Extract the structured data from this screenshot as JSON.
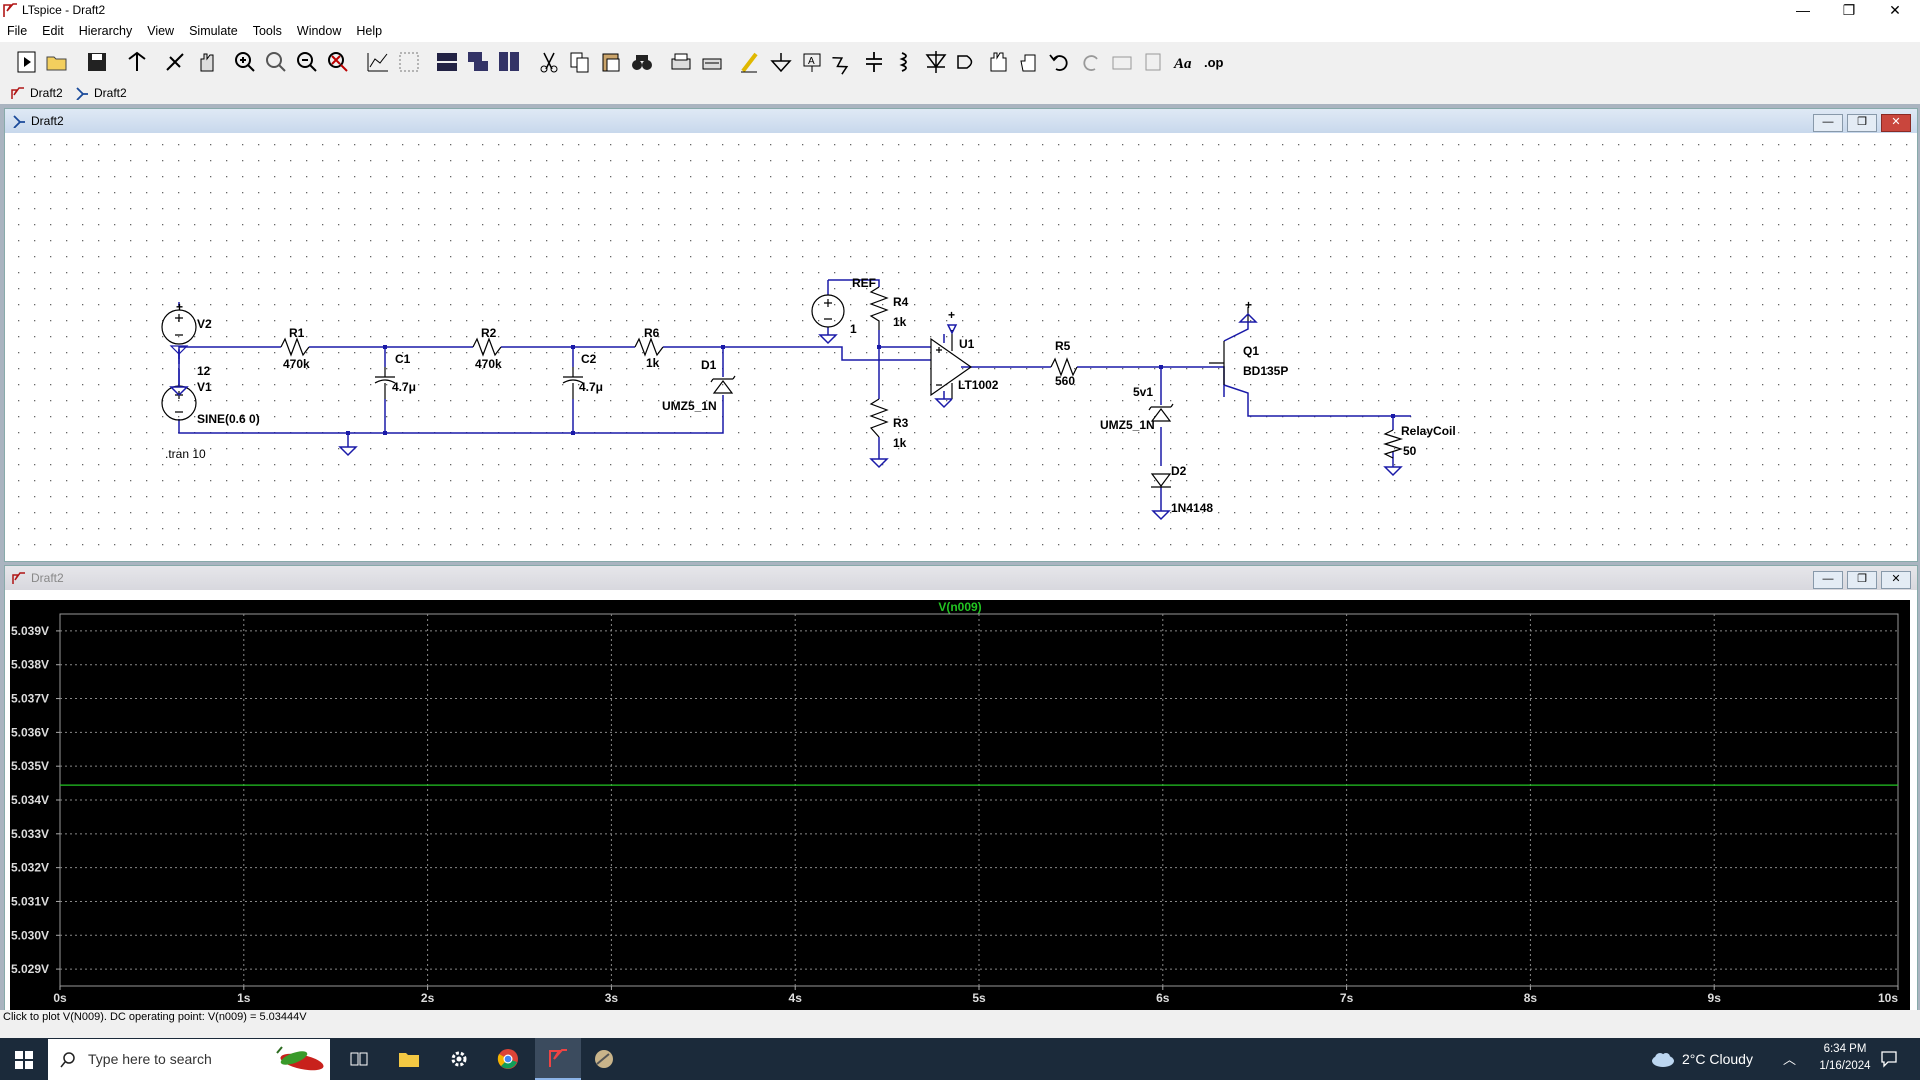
{
  "window": {
    "title": "LTspice - Draft2"
  },
  "menu": [
    "File",
    "Edit",
    "Hierarchy",
    "View",
    "Simulate",
    "Tools",
    "Window",
    "Help"
  ],
  "tabs": [
    {
      "label": "Draft2",
      "type": "plot"
    },
    {
      "label": "Draft2",
      "type": "schematic"
    }
  ],
  "schematic_window": {
    "title": "Draft2"
  },
  "plot_window": {
    "title": "Draft2"
  },
  "schematic": {
    "v2": {
      "name": "V2",
      "value": "12",
      "plus": "+"
    },
    "v1": {
      "name": "V1",
      "value": "SINE(0.6 0)"
    },
    "directive": ".tran 10",
    "r1": {
      "name": "R1",
      "value": "470k"
    },
    "c1": {
      "name": "C1",
      "value": "4.7μ"
    },
    "r2": {
      "name": "R2",
      "value": "470k"
    },
    "c2": {
      "name": "C2",
      "value": "4.7μ"
    },
    "r6": {
      "name": "R6",
      "value": "1k"
    },
    "d1": {
      "name": "D1",
      "value": "UMZ5_1N"
    },
    "ref": {
      "name": "REF",
      "value": "1"
    },
    "r4": {
      "name": "R4",
      "value": "1k"
    },
    "r3": {
      "name": "R3",
      "value": "1k"
    },
    "u1": {
      "name": "U1",
      "value": "LT1002",
      "plus": "+"
    },
    "r5": {
      "name": "R5",
      "value": "560"
    },
    "z1": {
      "name": "5v1",
      "value": "UMZ5_1N"
    },
    "d2": {
      "name": "D2",
      "value": "1N4148"
    },
    "q1": {
      "name": "Q1",
      "value": "BD135P",
      "plus": "+"
    },
    "coil": {
      "name": "RelayCoil",
      "value": "50"
    }
  },
  "chart_data": {
    "type": "line",
    "title": "V(n009)",
    "xlabel": "",
    "ylabel": "",
    "xlim": [
      0,
      10
    ],
    "ylim": [
      5.0285,
      5.0395
    ],
    "x_ticks": [
      "0s",
      "1s",
      "2s",
      "3s",
      "4s",
      "5s",
      "6s",
      "7s",
      "8s",
      "9s",
      "10s"
    ],
    "y_ticks": [
      "5.029V",
      "5.030V",
      "5.031V",
      "5.032V",
      "5.033V",
      "5.034V",
      "5.035V",
      "5.036V",
      "5.037V",
      "5.038V",
      "5.039V"
    ],
    "series": [
      {
        "name": "V(n009)",
        "color": "#22c422",
        "x": [
          0,
          10
        ],
        "y": [
          5.03444,
          5.03444
        ]
      }
    ],
    "grid": true
  },
  "status": {
    "text": "Click to plot V(N009).  DC operating point: V(n009) = 5.03444V"
  },
  "taskbar": {
    "search_placeholder": "Type here to search",
    "weather": "2°C  Cloudy",
    "time": "6:34 PM",
    "date": "1/16/2024"
  }
}
